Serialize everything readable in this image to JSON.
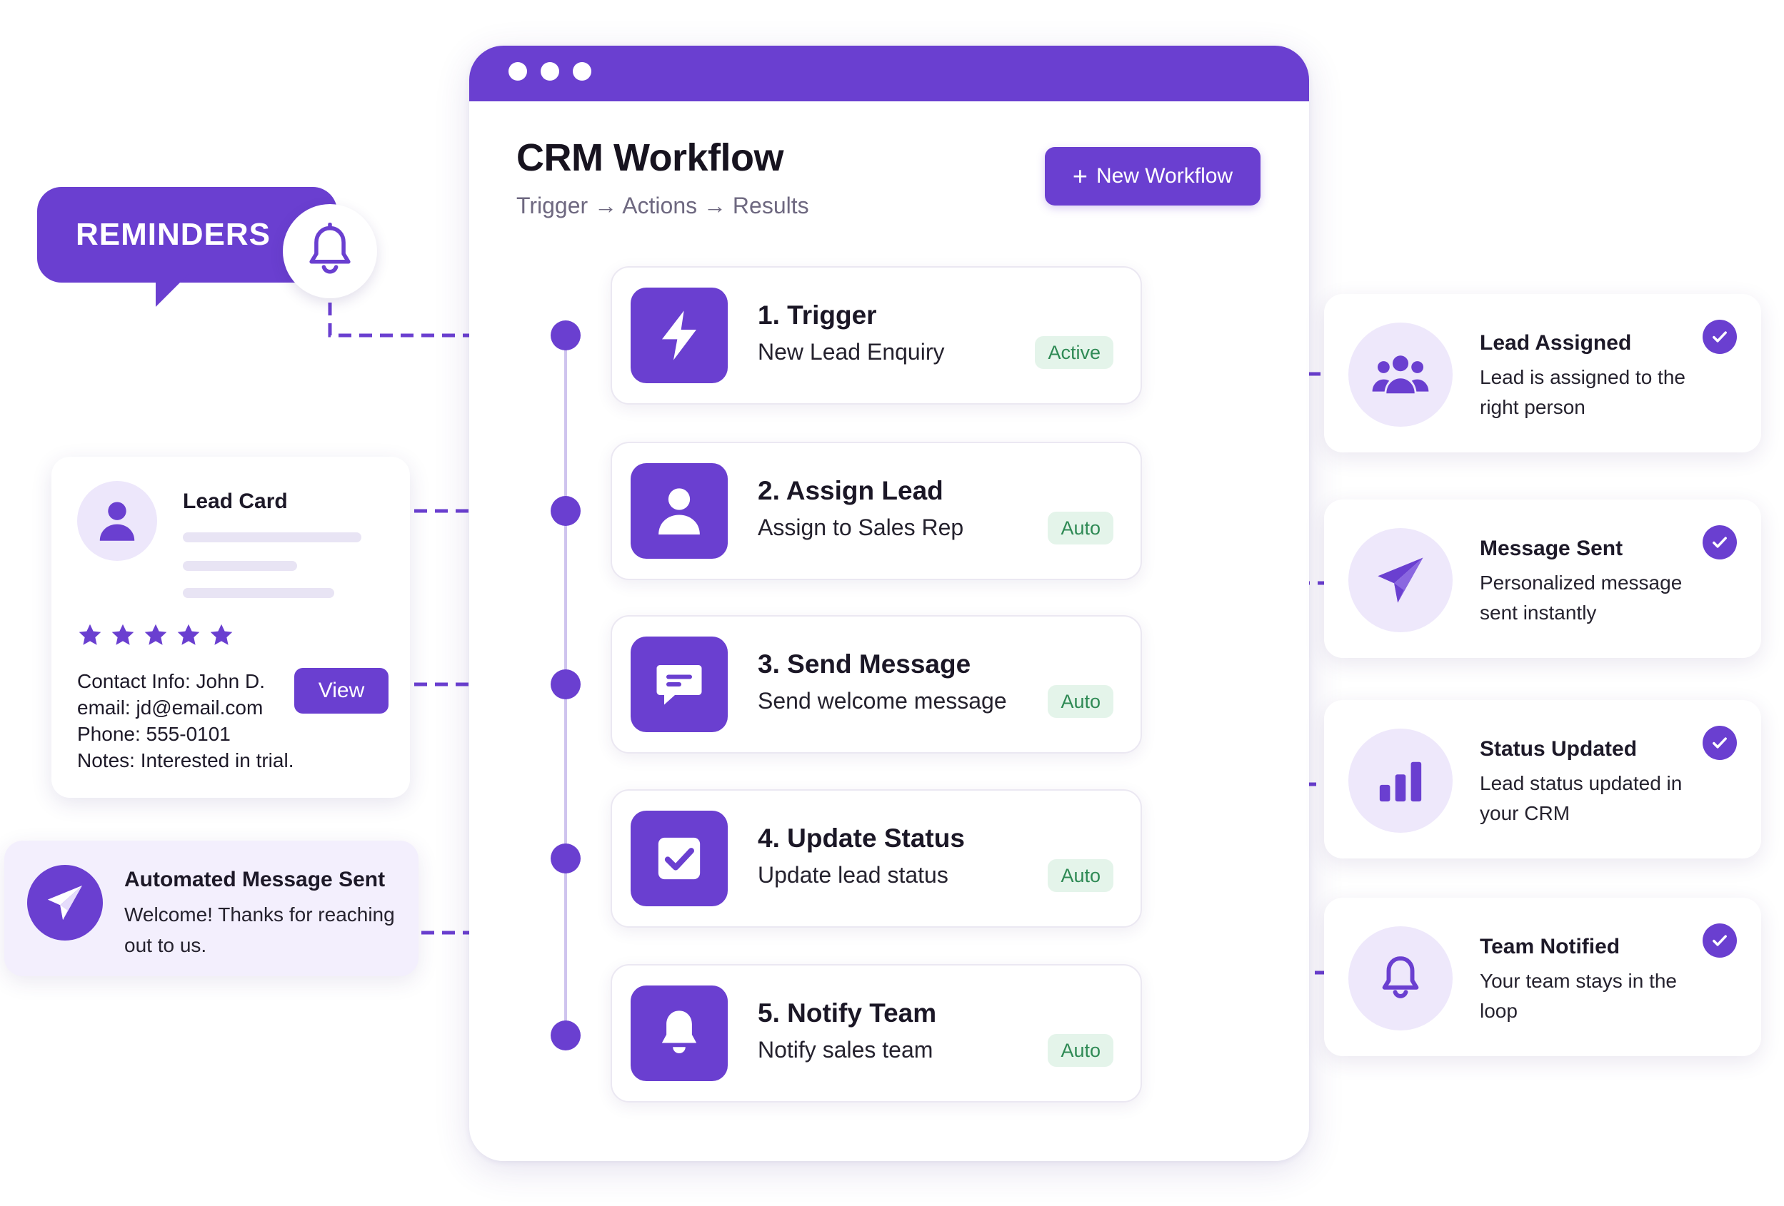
{
  "window": {
    "title": "CRM Workflow",
    "subtitle": "Trigger → Actions → Results",
    "new_button_label": "New Workflow"
  },
  "steps": [
    {
      "title": "1. Trigger",
      "description": "New Lead Enquiry",
      "badge": "Active",
      "icon": "lightning-icon"
    },
    {
      "title": "2. Assign Lead",
      "description": "Assign to Sales Rep",
      "badge": "Auto",
      "icon": "person-icon"
    },
    {
      "title": "3. Send Message",
      "description": "Send welcome message",
      "badge": "Auto",
      "icon": "chat-icon"
    },
    {
      "title": "4. Update Status",
      "description": "Update lead status",
      "badge": "Auto",
      "icon": "checkbox-icon"
    },
    {
      "title": "5. Notify Team",
      "description": "Notify sales team",
      "badge": "Auto",
      "icon": "bell-icon"
    }
  ],
  "reminders": {
    "label": "REMINDERS",
    "icon": "bell-outline-icon"
  },
  "lead_card": {
    "title": "Lead Card",
    "rating": 5,
    "contact": "Contact Info: John D.",
    "email": "email: jd@email.com",
    "phone": "Phone: 555-0101",
    "notes": "Notes: Interested in trial.",
    "view_label": "View"
  },
  "auto_message": {
    "title": "Automated Message Sent",
    "body": "Welcome! Thanks for reaching out to us.",
    "icon": "send-icon"
  },
  "results": [
    {
      "title": "Lead Assigned",
      "description": "Lead is assigned to the right person",
      "icon": "team-icon"
    },
    {
      "title": "Message Sent",
      "description": "Personalized message sent instantly",
      "icon": "send-icon"
    },
    {
      "title": "Status Updated",
      "description": "Lead status updated in your CRM",
      "icon": "bar-chart-icon"
    },
    {
      "title": "Team Notified",
      "description": "Your team stays in the loop",
      "icon": "bell-icon"
    }
  ],
  "colors": {
    "accent": "#6a3fd0",
    "accent_light": "#eee8fb",
    "badge_bg": "#e4f4ea",
    "badge_text": "#2f8a55"
  }
}
